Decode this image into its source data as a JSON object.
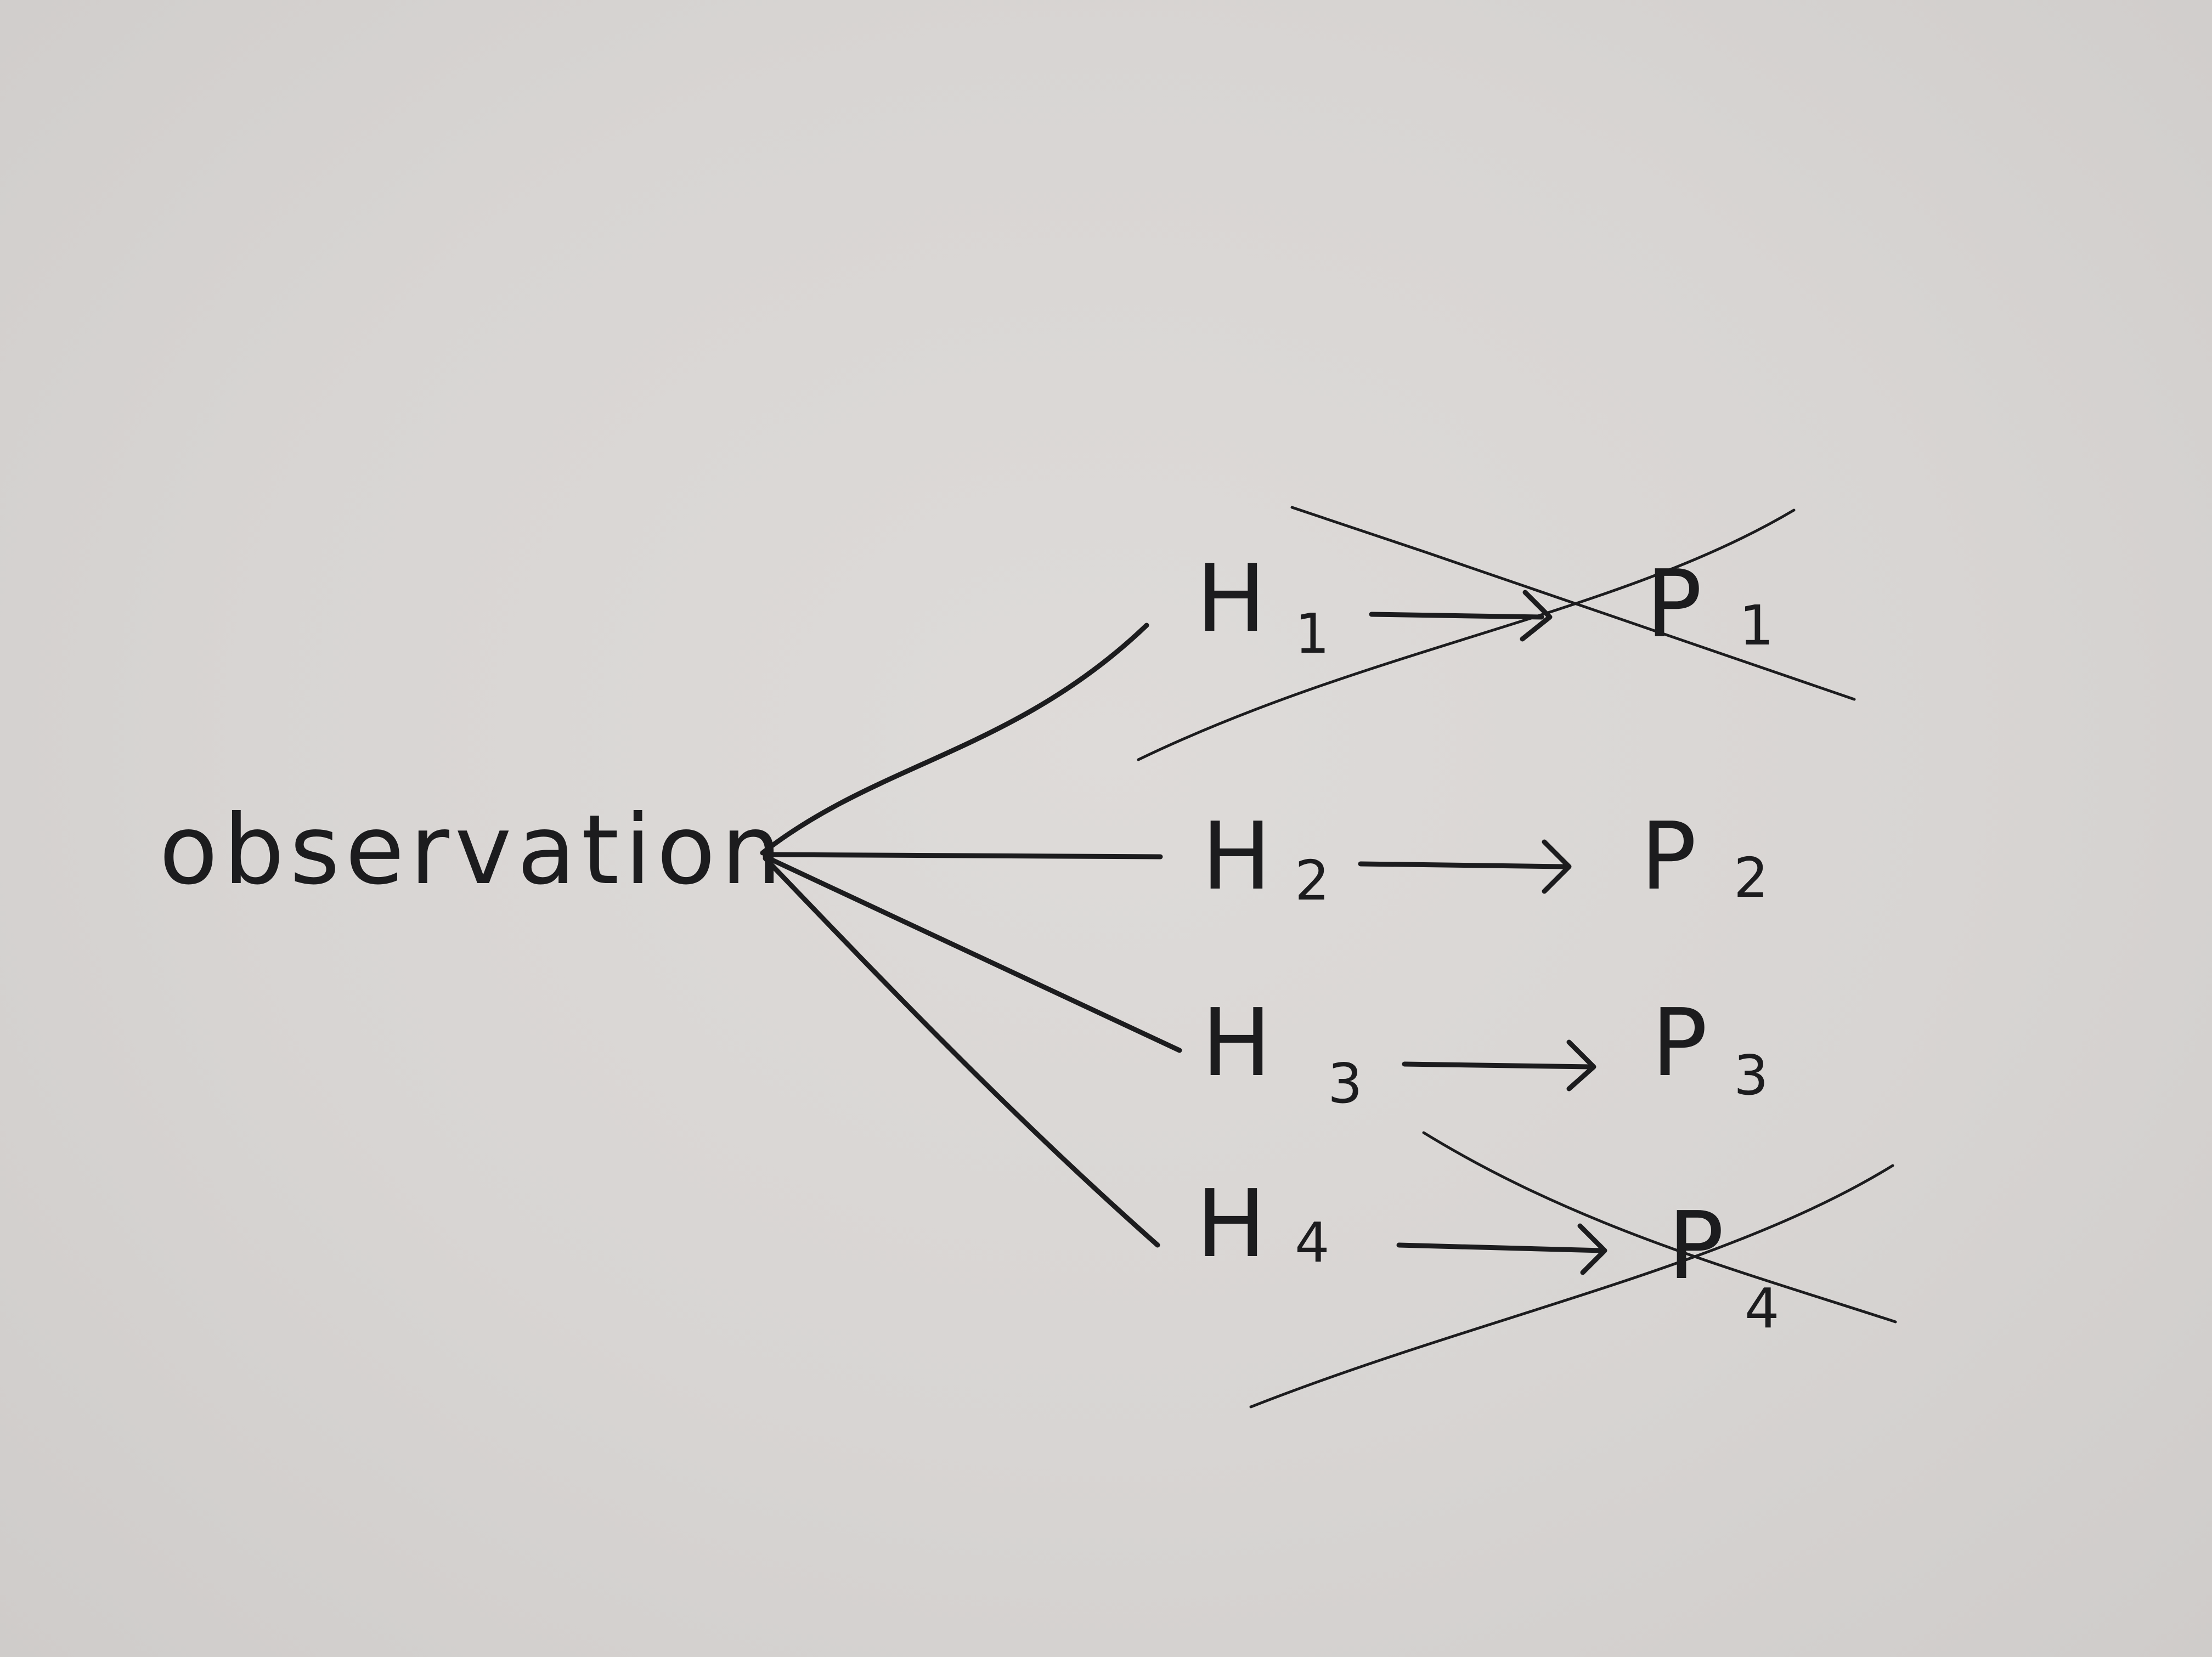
{
  "diagram": {
    "root": {
      "label": "observation"
    },
    "hypotheses": [
      {
        "id": "H1",
        "main": "H",
        "sub": "1",
        "prediction_main": "P",
        "prediction_sub": "1",
        "struck_out": true
      },
      {
        "id": "H2",
        "main": "H",
        "sub": "2",
        "prediction_main": "P",
        "prediction_sub": "2",
        "struck_out": false
      },
      {
        "id": "H3",
        "main": "H",
        "sub": "3",
        "prediction_main": "P",
        "prediction_sub": "3",
        "struck_out": false
      },
      {
        "id": "H4",
        "main": "H",
        "sub": "4",
        "prediction_main": "P",
        "prediction_sub": "4",
        "struck_out": true
      }
    ],
    "colors": {
      "ink": "#1c1c1e",
      "paper": "#dedbd9"
    }
  }
}
